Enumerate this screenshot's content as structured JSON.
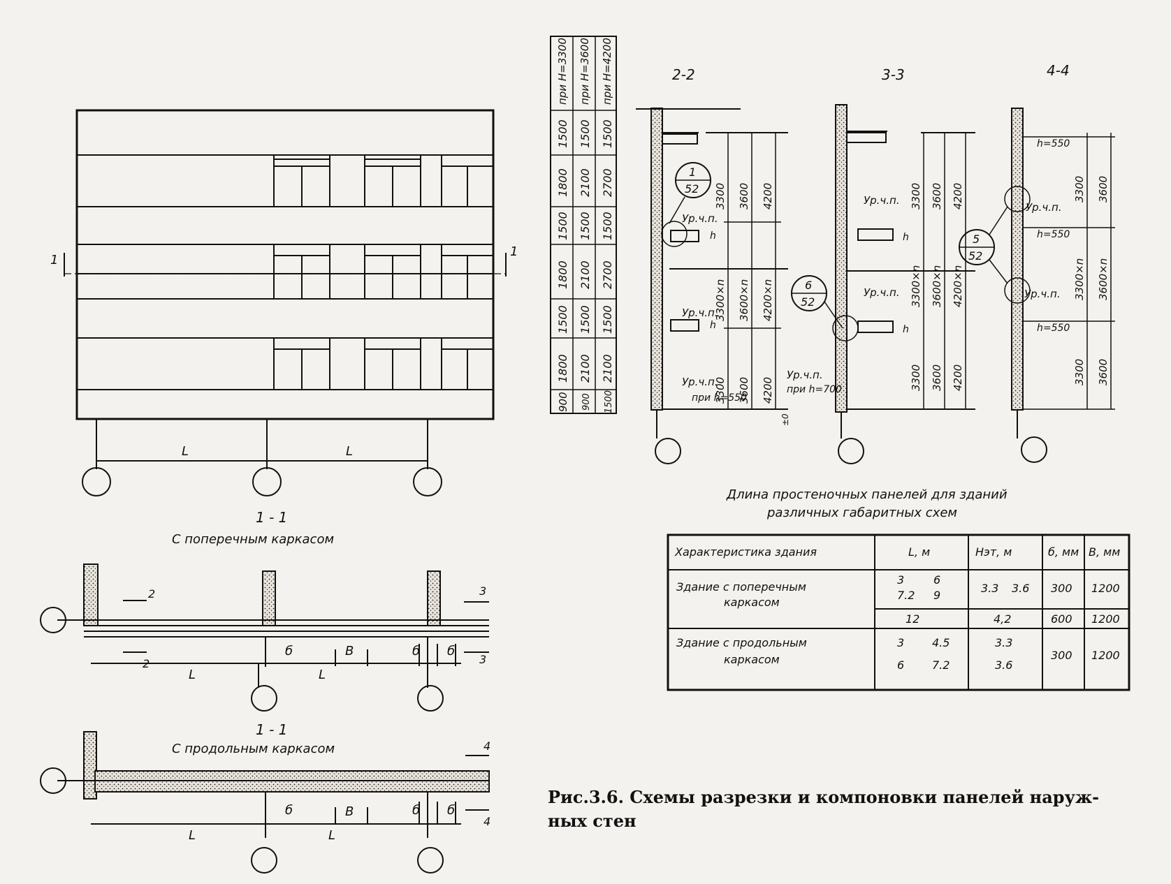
{
  "elevation": {
    "section_mark": "1",
    "span_labels": [
      "L",
      "L"
    ],
    "height_columns": {
      "headers": [
        "при H=3300",
        "при H=3600",
        "при H=4200"
      ],
      "rows": [
        [
          "1500",
          "1500",
          "1500"
        ],
        [
          "1800",
          "2100",
          "2700"
        ],
        [
          "1500",
          "1500",
          "1500"
        ],
        [
          "1800",
          "2100",
          "2700"
        ],
        [
          "1500",
          "1500",
          "1500"
        ],
        [
          "1800",
          "2100",
          "2100"
        ],
        [
          "900",
          "900",
          "1500"
        ]
      ]
    }
  },
  "plan_transverse": {
    "title": "1 - 1",
    "subtitle": "С поперечным каркасом",
    "marks": [
      "2",
      "2",
      "3",
      "3"
    ],
    "labels": [
      "б",
      "В",
      "б",
      "б",
      "L",
      "L"
    ]
  },
  "plan_longitudinal": {
    "title": "1 - 1",
    "subtitle": "С продольным каркасом",
    "marks": [
      "4",
      "4"
    ],
    "labels": [
      "б",
      "В",
      "б",
      "б",
      "L",
      "L"
    ]
  },
  "section_2": {
    "title": "2-2",
    "callout": {
      "top": "1",
      "bottom": "52"
    },
    "level_labels": [
      "Ур.ч.п.",
      "Ур.ч.п.",
      "Ур.ч.п."
    ],
    "level_note": "при h=550",
    "h_label": "h",
    "dims": {
      "col1": [
        "3300",
        "3300×n",
        "3300"
      ],
      "col2": [
        "3600",
        "3600×n",
        "3600"
      ],
      "col3": [
        "4200",
        "4200×n",
        "4200"
      ]
    }
  },
  "section_3": {
    "title": "3-3",
    "callout": {
      "top": "6",
      "bottom": "52"
    },
    "level_labels": [
      "Ур.ч.п.",
      "Ур.ч.п.",
      "Ур.ч.п."
    ],
    "level_note": "при h=700",
    "mark": "±0",
    "h_label": "h",
    "dims": {
      "col1": [
        "3300",
        "3300×n",
        "3300"
      ],
      "col2": [
        "3600",
        "3600×n",
        "3600"
      ],
      "col3": [
        "4200",
        "4200×n",
        "4200"
      ]
    }
  },
  "section_4": {
    "title": "4-4",
    "callout": {
      "top": "5",
      "bottom": "52"
    },
    "level_labels": [
      "Ур.ч.п.",
      "Ур.ч.п."
    ],
    "h_notes": [
      "h=550",
      "h=550",
      "h=550"
    ],
    "dims": {
      "col1": [
        "3300",
        "3300×n",
        "3300"
      ],
      "col2": [
        "3600",
        "3600×n",
        "3600"
      ]
    }
  },
  "table": {
    "caption_line1": "Длина простеночных панелей для зданий",
    "caption_line2": "различных габаритных схем",
    "headers": [
      "Характеристика здания",
      "L, м",
      "Нэт, м",
      "б, мм",
      "В, мм"
    ],
    "rows": [
      {
        "name_line1": "Здание с поперечным",
        "name_line2": "каркасом",
        "L": [
          "3",
          "6",
          "7.2",
          "9"
        ],
        "H": [
          "3.3",
          "3.6"
        ],
        "b": "300",
        "B": "1200"
      },
      {
        "name_line1": "",
        "name_line2": "",
        "L": [
          "12"
        ],
        "H": [
          "4,2"
        ],
        "b": "600",
        "B": "1200"
      },
      {
        "name_line1": "Здание с продольным",
        "name_line2": "каркасом",
        "L": [
          "3",
          "4.5",
          "6",
          "7.2"
        ],
        "H": [
          "3.3",
          "3.6"
        ],
        "b": "300",
        "B": "1200"
      }
    ]
  },
  "figure_caption_line1": "Рис.3.6. Схемы разрезки и компоновки панелей наруж-",
  "figure_caption_line2": "ных стен"
}
